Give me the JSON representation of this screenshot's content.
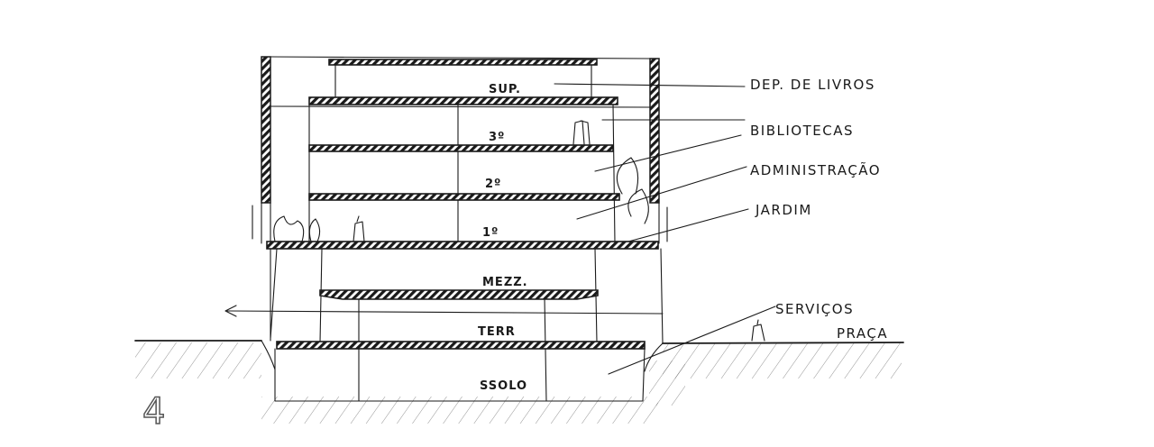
{
  "sketch": {
    "figure_number": "4",
    "floors": {
      "sup": "SUP.",
      "third": "3º",
      "second": "2º",
      "first": "1º",
      "mezz": "MEZZ.",
      "terr": "TERR",
      "ssolo": "SSOLO"
    },
    "labels": {
      "dep_livros": "DEP. DE LIVROS",
      "bibliotecas": "BIBLIOTECAS",
      "administracao": "ADMINISTRAÇÃO",
      "jardim": "JARDIM",
      "servicos": "SERVIÇOS",
      "praca": "PRAÇA"
    },
    "colors": {
      "ink": "#1a1a1a",
      "paper": "#ffffff"
    }
  }
}
